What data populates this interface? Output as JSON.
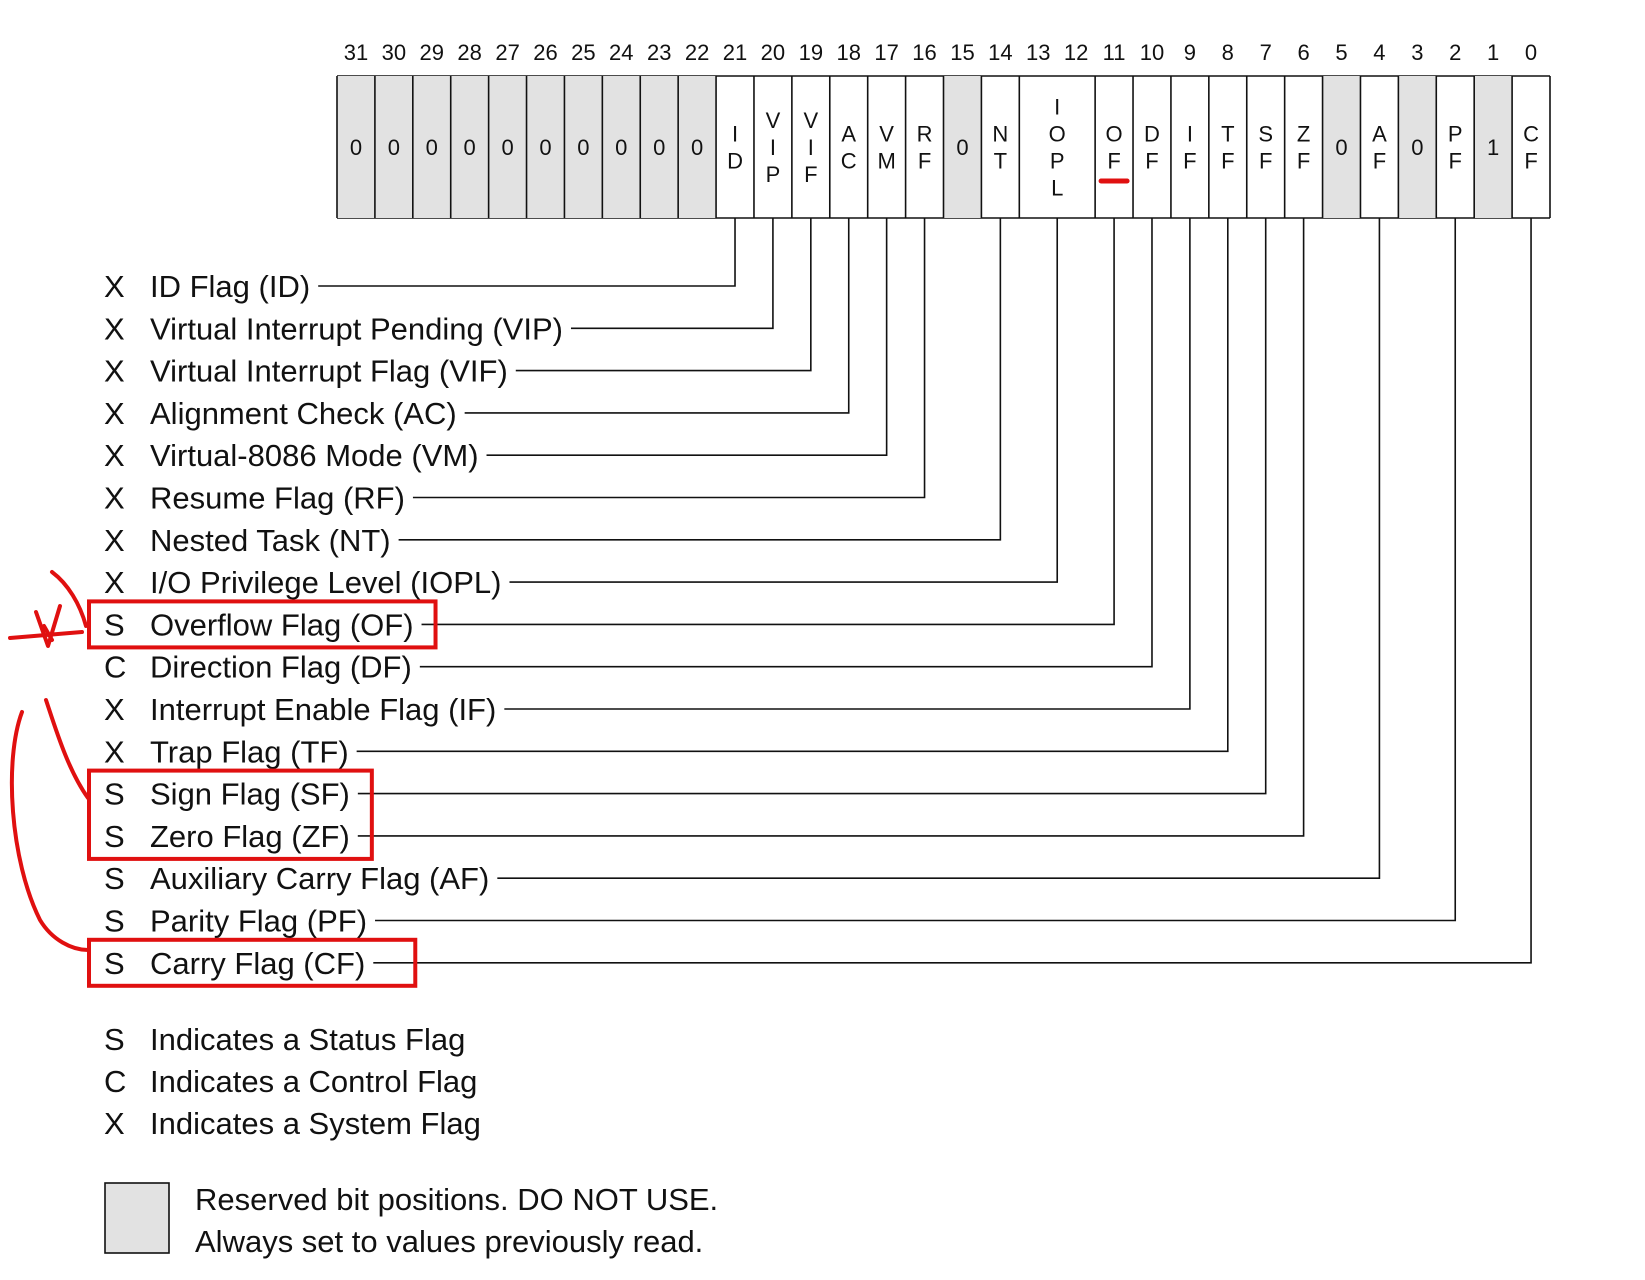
{
  "register": {
    "bits": [
      {
        "bit": "31",
        "label": [
          "0"
        ],
        "reserved": true
      },
      {
        "bit": "30",
        "label": [
          "0"
        ],
        "reserved": true
      },
      {
        "bit": "29",
        "label": [
          "0"
        ],
        "reserved": true
      },
      {
        "bit": "28",
        "label": [
          "0"
        ],
        "reserved": true
      },
      {
        "bit": "27",
        "label": [
          "0"
        ],
        "reserved": true
      },
      {
        "bit": "26",
        "label": [
          "0"
        ],
        "reserved": true
      },
      {
        "bit": "25",
        "label": [
          "0"
        ],
        "reserved": true
      },
      {
        "bit": "24",
        "label": [
          "0"
        ],
        "reserved": true
      },
      {
        "bit": "23",
        "label": [
          "0"
        ],
        "reserved": true
      },
      {
        "bit": "22",
        "label": [
          "0"
        ],
        "reserved": true
      },
      {
        "bit": "21",
        "label": [
          "I",
          "D"
        ],
        "reserved": false
      },
      {
        "bit": "20",
        "label": [
          "V",
          "I",
          "P"
        ],
        "reserved": false
      },
      {
        "bit": "19",
        "label": [
          "V",
          "I",
          "F"
        ],
        "reserved": false
      },
      {
        "bit": "18",
        "label": [
          "A",
          "C"
        ],
        "reserved": false
      },
      {
        "bit": "17",
        "label": [
          "V",
          "M"
        ],
        "reserved": false
      },
      {
        "bit": "16",
        "label": [
          "R",
          "F"
        ],
        "reserved": false
      },
      {
        "bit": "15",
        "label": [
          "0"
        ],
        "reserved": true
      },
      {
        "bit": "14",
        "label": [
          "N",
          "T"
        ],
        "reserved": false
      },
      {
        "bit": "13",
        "label": [
          "I",
          "O",
          "P",
          "L"
        ],
        "reserved": false
      },
      {
        "bit": "12",
        "label": [],
        "reserved": false
      },
      {
        "bit": "11",
        "label": [
          "O",
          "F"
        ],
        "reserved": false
      },
      {
        "bit": "10",
        "label": [
          "D",
          "F"
        ],
        "reserved": false
      },
      {
        "bit": "9",
        "label": [
          "I",
          "F"
        ],
        "reserved": false
      },
      {
        "bit": "8",
        "label": [
          "T",
          "F"
        ],
        "reserved": false
      },
      {
        "bit": "7",
        "label": [
          "S",
          "F"
        ],
        "reserved": false
      },
      {
        "bit": "6",
        "label": [
          "Z",
          "F"
        ],
        "reserved": false
      },
      {
        "bit": "5",
        "label": [
          "0"
        ],
        "reserved": true
      },
      {
        "bit": "4",
        "label": [
          "A",
          "F"
        ],
        "reserved": false
      },
      {
        "bit": "3",
        "label": [
          "0"
        ],
        "reserved": true
      },
      {
        "bit": "2",
        "label": [
          "P",
          "F"
        ],
        "reserved": false
      },
      {
        "bit": "1",
        "label": [
          "1"
        ],
        "reserved": true
      },
      {
        "bit": "0",
        "label": [
          "C",
          "F"
        ],
        "reserved": false
      }
    ]
  },
  "flags": [
    {
      "type": "X",
      "name": "ID Flag (ID)",
      "bit": "21",
      "highlighted": false
    },
    {
      "type": "X",
      "name": "Virtual Interrupt Pending (VIP)",
      "bit": "20",
      "highlighted": false
    },
    {
      "type": "X",
      "name": "Virtual Interrupt Flag (VIF)",
      "bit": "19",
      "highlighted": false
    },
    {
      "type": "X",
      "name": "Alignment Check (AC)",
      "bit": "18",
      "highlighted": false
    },
    {
      "type": "X",
      "name": "Virtual-8086 Mode (VM)",
      "bit": "17",
      "highlighted": false
    },
    {
      "type": "X",
      "name": "Resume Flag (RF)",
      "bit": "16",
      "highlighted": false
    },
    {
      "type": "X",
      "name": "Nested Task (NT)",
      "bit": "14",
      "highlighted": false
    },
    {
      "type": "X",
      "name": "I/O Privilege Level (IOPL)",
      "bit": "13",
      "highlighted": false
    },
    {
      "type": "S",
      "name": "Overflow Flag (OF)",
      "bit": "11",
      "highlighted": true
    },
    {
      "type": "C",
      "name": "Direction Flag (DF)",
      "bit": "10",
      "highlighted": false
    },
    {
      "type": "X",
      "name": "Interrupt Enable Flag (IF)",
      "bit": "9",
      "highlighted": false
    },
    {
      "type": "X",
      "name": "Trap Flag (TF)",
      "bit": "8",
      "highlighted": false
    },
    {
      "type": "S",
      "name": "Sign Flag (SF)",
      "bit": "7",
      "highlighted": true
    },
    {
      "type": "S",
      "name": "Zero Flag (ZF)",
      "bit": "6",
      "highlighted": true
    },
    {
      "type": "S",
      "name": "Auxiliary Carry Flag (AF)",
      "bit": "4",
      "highlighted": false
    },
    {
      "type": "S",
      "name": "Parity Flag (PF)",
      "bit": "2",
      "highlighted": false
    },
    {
      "type": "S",
      "name": "Carry Flag (CF)",
      "bit": "0",
      "highlighted": true
    }
  ],
  "legend": [
    {
      "type": "S",
      "text": "Indicates a Status Flag"
    },
    {
      "type": "C",
      "text": "Indicates a Control Flag"
    },
    {
      "type": "X",
      "text": "Indicates a System Flag"
    }
  ],
  "reserved_note": {
    "line1": "Reserved bit positions. DO NOT USE.",
    "line2": "Always set to values previously read."
  },
  "colors": {
    "reserved_fill": "#e2e2e2",
    "annotation": "#e01010",
    "ink": "#111111"
  }
}
